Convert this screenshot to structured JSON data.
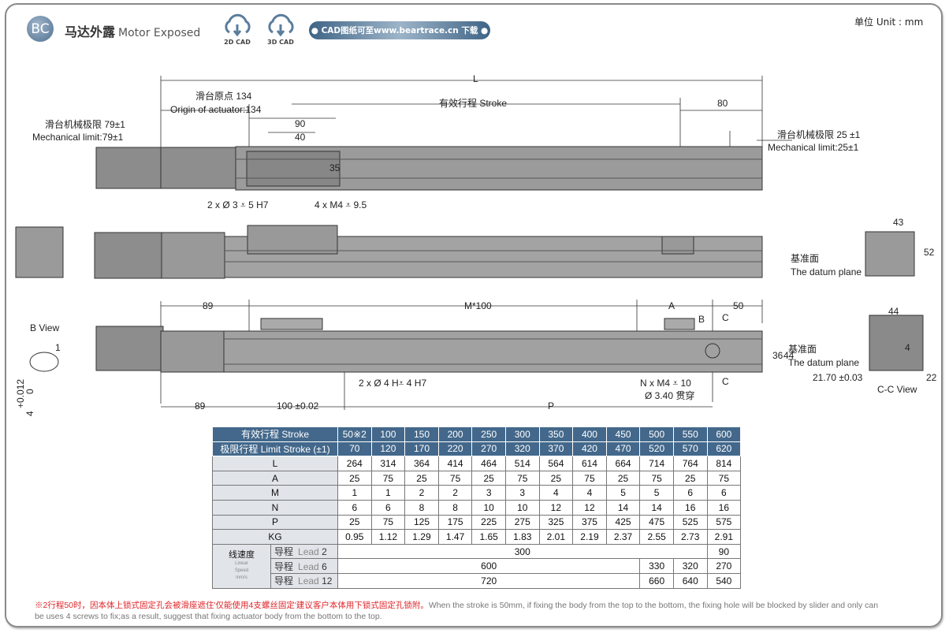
{
  "header": {
    "badge": "BC",
    "title_cn": "马达外露",
    "title_en": "Motor Exposed",
    "cad_2d": "2D CAD",
    "cad_3d": "3D CAD",
    "download": "● CAD图纸可至www.beartrace.cn 下载 ●",
    "unit": "单位 Unit : mm"
  },
  "top_view": {
    "L": "L",
    "origin_cn": "滑台原点 134",
    "origin_en": "Origin of actuator:134",
    "stroke": "有效行程 Stroke",
    "d80": "80",
    "limit_left_cn": "滑台机械极限 79±1",
    "limit_left_en": "Mechanical limit:79±1",
    "limit_right_cn": "滑台机械极限 25 ±1",
    "limit_right_en": "Mechanical limit:25±1",
    "d90": "90",
    "d40": "40",
    "d35": "35",
    "pin_note": "2 x Ø 3 ⩡ 5 H7",
    "screw_note": "4 x M4 ⩡ 9.5"
  },
  "side_view": {
    "d43": "43",
    "d52": "52",
    "datum_cn": "基准面",
    "datum_en": "The datum plane"
  },
  "bottom_view": {
    "d89": "89",
    "m100": "M*100",
    "A": "A",
    "d50": "50",
    "B": "B",
    "C": "C",
    "d36": "36",
    "d44": "44",
    "datum_cn": "基准面",
    "datum_en": "The datum plane",
    "hole_note": "2 x Ø 4 H⩡ 4 H7",
    "n_note": "N x M4 ⩡ 10",
    "thru_note": "Ø 3.40 贯穿",
    "d89b": "89",
    "d100": "100 ±0.02",
    "P": "P",
    "bview": "B View",
    "b1": "1",
    "tol": "+0.012",
    "tol0": "0",
    "four": "4"
  },
  "cc_view": {
    "d44": "44",
    "d4": "4",
    "d21": "21.70 ±0.03",
    "d22": "22",
    "label": "C-C View"
  },
  "table": {
    "stroke_label": "有效行程 Stroke",
    "strokes": [
      "50※2",
      "100",
      "150",
      "200",
      "250",
      "300",
      "350",
      "400",
      "450",
      "500",
      "550",
      "600"
    ],
    "limit_label": "极限行程 Limit Stroke (±1)",
    "limits": [
      "70",
      "120",
      "170",
      "220",
      "270",
      "320",
      "370",
      "420",
      "470",
      "520",
      "570",
      "620"
    ],
    "rows": [
      {
        "label": "L",
        "values": [
          "264",
          "314",
          "364",
          "414",
          "464",
          "514",
          "564",
          "614",
          "664",
          "714",
          "764",
          "814"
        ]
      },
      {
        "label": "A",
        "values": [
          "25",
          "75",
          "25",
          "75",
          "25",
          "75",
          "25",
          "75",
          "25",
          "75",
          "25",
          "75"
        ]
      },
      {
        "label": "M",
        "values": [
          "1",
          "1",
          "2",
          "2",
          "3",
          "3",
          "4",
          "4",
          "5",
          "5",
          "6",
          "6"
        ]
      },
      {
        "label": "N",
        "values": [
          "6",
          "6",
          "8",
          "8",
          "10",
          "10",
          "12",
          "12",
          "14",
          "14",
          "16",
          "16"
        ]
      },
      {
        "label": "P",
        "values": [
          "25",
          "75",
          "125",
          "175",
          "225",
          "275",
          "325",
          "375",
          "425",
          "475",
          "525",
          "575"
        ]
      },
      {
        "label": "KG",
        "values": [
          "0.95",
          "1.12",
          "1.29",
          "1.47",
          "1.65",
          "1.83",
          "2.01",
          "2.19",
          "2.37",
          "2.55",
          "2.73",
          "2.91"
        ]
      }
    ],
    "speed_cn": "线速度",
    "speed_en1": "Linear",
    "speed_en2": "Speed",
    "speed_unit": "mm/s",
    "lead_cn": "导程",
    "lead_en": "Lead",
    "leads": [
      {
        "lead": "2",
        "main": "300",
        "extra": [
          "90"
        ]
      },
      {
        "lead": "6",
        "main": "600",
        "extra": [
          "330",
          "320",
          "270"
        ]
      },
      {
        "lead": "12",
        "main": "720",
        "extra": [
          "660",
          "640",
          "540"
        ]
      }
    ]
  },
  "footnote": {
    "cn": "※2行程50时，因本体上锁式固定孔会被滑座遮住'仅能使用4支螺丝固定'建议客户本体用下锁式固定孔锁附。",
    "en": "When the stroke is 50mm, if fixing the body from the top to the bottom, the fixing hole will be blocked by slider and only can be uses 4 screws to fix;as a result, suggest that fixing actuator body from the bottom to the top."
  }
}
